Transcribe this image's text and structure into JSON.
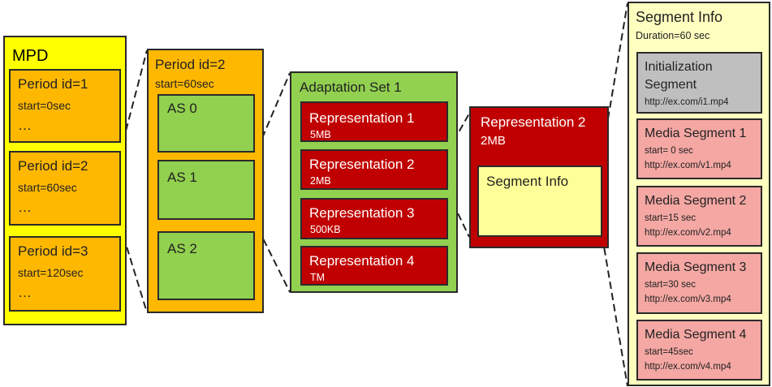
{
  "mpd": {
    "title": "MPD",
    "periods": [
      {
        "name": "Period id=1",
        "start": "start=0sec",
        "more": "…"
      },
      {
        "name": "Period id=2",
        "start": "start=60sec",
        "more": "…"
      },
      {
        "name": "Period id=3",
        "start": "start=120sec",
        "more": "…"
      }
    ]
  },
  "period": {
    "title": "Period id=2",
    "start": "start=60sec",
    "adaptation_sets": [
      "AS 0",
      "AS 1",
      "AS 2"
    ]
  },
  "adaptation_set": {
    "title": "Adaptation Set 1",
    "representations": [
      {
        "name": "Representation 1",
        "size": "5MB"
      },
      {
        "name": "Representation 2",
        "size": "2MB"
      },
      {
        "name": "Representation 3",
        "size": "500KB"
      },
      {
        "name": "Representation 4",
        "size": "TM"
      }
    ]
  },
  "representation": {
    "title": "Representation 2",
    "size": "2MB",
    "segment_info_label": "Segment Info"
  },
  "segment_info": {
    "title": "Segment Info",
    "duration": "Duration=60 sec",
    "init": {
      "line1": "Initialization",
      "line2": "Segment",
      "url": "http://ex.com/i1.mp4"
    },
    "media": [
      {
        "name": "Media Segment 1",
        "start": "start= 0 sec",
        "url": "http://ex.com/v1.mp4"
      },
      {
        "name": "Media Segment 2",
        "start": "start=15 sec",
        "url": "http://ex.com/v2.mp4"
      },
      {
        "name": "Media Segment 3",
        "start": "start=30 sec",
        "url": "http://ex.com/v3.mp4"
      },
      {
        "name": "Media Segment 4",
        "start": "start=45sec",
        "url": "http://ex.com/v4.mp4"
      }
    ]
  },
  "colors": {
    "yellow": "#ffff00",
    "orange": "#ffb800",
    "green": "#92d050",
    "dark_red": "#c00000",
    "pale_yellow": "#ffff99",
    "gray": "#bfbfbf",
    "pink": "#f4a7a3",
    "pale_yellow_panel": "#ffffc0"
  }
}
